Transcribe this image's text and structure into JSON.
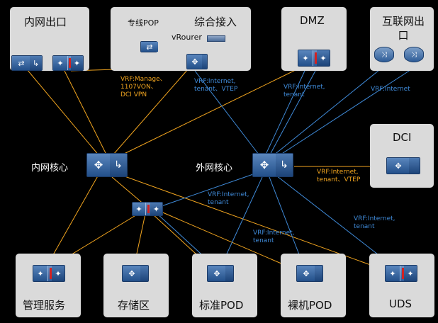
{
  "zones": {
    "intranet_exit": "内网出口",
    "dedicated_pop": "专线POP",
    "integrated_access": "综合接入",
    "vrourer": "vRourer",
    "dmz": "DMZ",
    "internet_exit": "互联网出口",
    "dci": "DCI",
    "mgmt": "管理服务",
    "storage": "存储区",
    "std_pod": "标准POD",
    "bare_pod": "裸机POD",
    "uds": "UDS"
  },
  "cores": {
    "intranet_core": "内网核心",
    "extranet_core": "外网核心"
  },
  "annotations": {
    "vrf_manage": "VRF:Manage、\n1107VON、\nDCI VPN",
    "vrf_internet_vtep_top": "VRF:Internet,\ntenant、VTEP",
    "vrf_internet_dmz": "VRF:Internet,\ntenant",
    "vrf_internet_exit": "VRF:Internet",
    "vrf_internet_dci": "VRF:Internet,\ntenant、VTEP",
    "vrf_internet_mid_left": "VRF:Internet,\ntenant",
    "vrf_internet_mid": "VRF:Internet,\ntenant",
    "vrf_internet_right": "VRF:Internet,\ntenant"
  },
  "icons": {
    "firewall_glyph": "✦",
    "switch_glyph": "⇄",
    "core_front_glyph": "✥",
    "core_side_glyph": "↳",
    "router_glyph": "⤨"
  },
  "colors": {
    "orange_link": "#f2a51f",
    "blue_link": "#3f8ad8",
    "zone_bg": "#dadada"
  }
}
